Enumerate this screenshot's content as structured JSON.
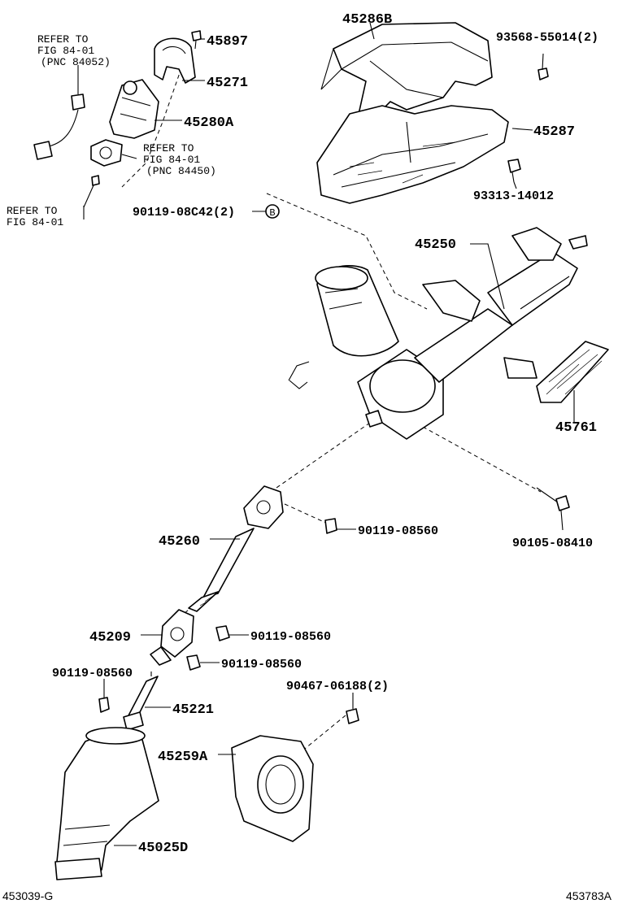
{
  "parts": {
    "p45286B": "45286B",
    "p93568": "93568-55014(2)",
    "p45287": "45287",
    "p93313": "93313-14012",
    "p45897": "45897",
    "p45271": "45271",
    "p45280A": "45280A",
    "p90119_08C42": "90119-08C42(2)",
    "p45250": "45250",
    "p45761": "45761",
    "p45260": "45260",
    "p90119_08560_a": "90119-08560",
    "p90105": "90105-08410",
    "p45209": "45209",
    "p90119_08560_b": "90119-08560",
    "p90119_08560_c": "90119-08560",
    "p90119_08560_d": "90119-08560",
    "p90467": "90467-06188(2)",
    "p45221": "45221",
    "p45259A": "45259A",
    "p45025D": "45025D"
  },
  "refs": {
    "r1": [
      "REFER TO",
      "FIG 84-01",
      "(PNC 84052)"
    ],
    "r2": [
      "REFER TO",
      "FIG 84-01",
      "(PNC 84450)"
    ],
    "r3": [
      "REFER TO",
      "FIG 84-01"
    ]
  },
  "marker_b": "B",
  "footer": {
    "left": "453039-G",
    "right": "453783A"
  }
}
